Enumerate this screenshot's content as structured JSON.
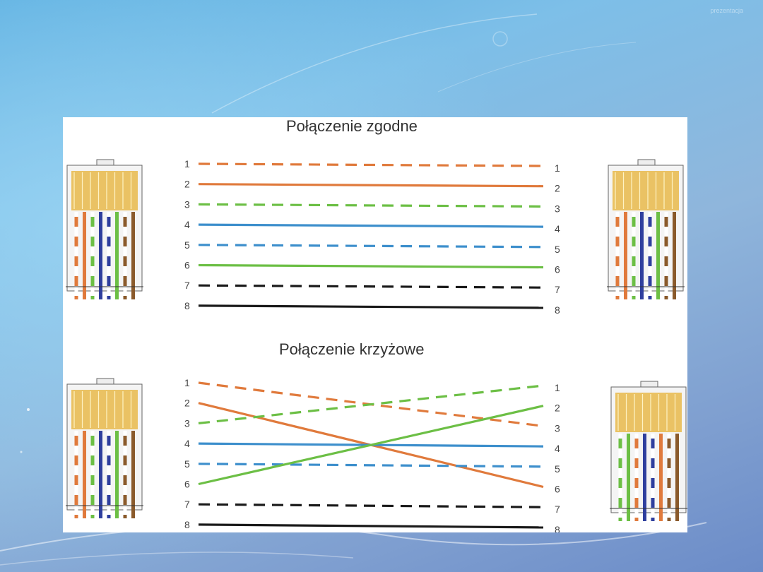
{
  "watermark": "prezentacja",
  "diagrams": [
    {
      "title": "Połączenie zgodne",
      "pin_labels": [
        "1",
        "2",
        "3",
        "4",
        "5",
        "6",
        "7",
        "8"
      ],
      "wires": [
        {
          "from": 1,
          "to": 1,
          "color": "#e07a3c",
          "dashed": true
        },
        {
          "from": 2,
          "to": 2,
          "color": "#e07a3c",
          "dashed": false
        },
        {
          "from": 3,
          "to": 3,
          "color": "#6cbf45",
          "dashed": true
        },
        {
          "from": 4,
          "to": 4,
          "color": "#3d8fcc",
          "dashed": false
        },
        {
          "from": 5,
          "to": 5,
          "color": "#3d8fcc",
          "dashed": true
        },
        {
          "from": 6,
          "to": 6,
          "color": "#6cbf45",
          "dashed": false
        },
        {
          "from": 7,
          "to": 7,
          "color": "#1a1a1a",
          "dashed": true
        },
        {
          "from": 8,
          "to": 8,
          "color": "#1a1a1a",
          "dashed": false
        }
      ]
    },
    {
      "title": "Połączenie krzyżowe",
      "pin_labels": [
        "1",
        "2",
        "3",
        "4",
        "5",
        "6",
        "7",
        "8"
      ],
      "wires": [
        {
          "from": 1,
          "to": 3,
          "color": "#e07a3c",
          "dashed": true
        },
        {
          "from": 2,
          "to": 6,
          "color": "#e07a3c",
          "dashed": false
        },
        {
          "from": 3,
          "to": 1,
          "color": "#6cbf45",
          "dashed": true
        },
        {
          "from": 4,
          "to": 4,
          "color": "#3d8fcc",
          "dashed": false
        },
        {
          "from": 5,
          "to": 5,
          "color": "#3d8fcc",
          "dashed": true
        },
        {
          "from": 6,
          "to": 2,
          "color": "#6cbf45",
          "dashed": false
        },
        {
          "from": 7,
          "to": 7,
          "color": "#1a1a1a",
          "dashed": true
        },
        {
          "from": 8,
          "to": 8,
          "color": "#1a1a1a",
          "dashed": false
        }
      ]
    }
  ],
  "connector_colors": {
    "contact": "#e8b84a",
    "housing": "#d9d9d9",
    "border": "#666666"
  },
  "connector_wires_568b": [
    "#e07a3c:s",
    "#e07a3c",
    "#6cbf45:s",
    "#2f3f9e",
    "#2f3f9e:s",
    "#6cbf45",
    "#8a5a2b:s",
    "#8a5a2b"
  ],
  "connector_wires_568a": [
    "#6cbf45:s",
    "#6cbf45",
    "#e07a3c:s",
    "#2f3f9e",
    "#2f3f9e:s",
    "#e07a3c",
    "#8a5a2b:s",
    "#8a5a2b"
  ]
}
